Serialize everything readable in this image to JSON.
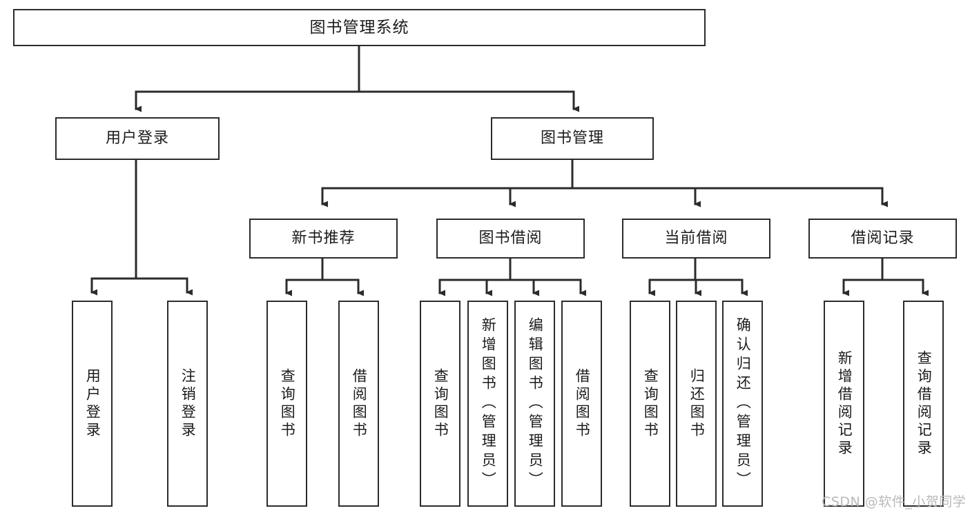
{
  "diagram": {
    "type": "hierarchy-tree",
    "title": "图书管理系统",
    "root": {
      "id": "root",
      "label": "图书管理系统"
    },
    "level2": [
      {
        "id": "user-login",
        "label": "用户登录"
      },
      {
        "id": "book-management",
        "label": "图书管理"
      }
    ],
    "level3": [
      {
        "id": "new-book-recommend",
        "label": "新书推荐",
        "parent": "book-management"
      },
      {
        "id": "book-borrow",
        "label": "图书借阅",
        "parent": "book-management"
      },
      {
        "id": "current-borrow",
        "label": "当前借阅",
        "parent": "book-management"
      },
      {
        "id": "borrow-record",
        "label": "借阅记录",
        "parent": "book-management"
      }
    ],
    "leaves": [
      {
        "id": "leaf-user-login",
        "label": "用户登录",
        "parent": "user-login"
      },
      {
        "id": "leaf-logout-login",
        "label": "注销登录",
        "parent": "user-login"
      },
      {
        "id": "leaf-query-book-1",
        "label": "查询图书",
        "parent": "new-book-recommend"
      },
      {
        "id": "leaf-borrow-book-1",
        "label": "借阅图书",
        "parent": "new-book-recommend"
      },
      {
        "id": "leaf-query-book-2",
        "label": "查询图书",
        "parent": "book-borrow"
      },
      {
        "id": "leaf-add-book",
        "label": "新增图书（管理员）",
        "parent": "book-borrow"
      },
      {
        "id": "leaf-edit-book",
        "label": "编辑图书（管理员）",
        "parent": "book-borrow"
      },
      {
        "id": "leaf-borrow-book-2",
        "label": "借阅图书",
        "parent": "book-borrow"
      },
      {
        "id": "leaf-query-book-3",
        "label": "查询图书",
        "parent": "current-borrow"
      },
      {
        "id": "leaf-return-book",
        "label": "归还图书",
        "parent": "current-borrow"
      },
      {
        "id": "leaf-confirm-return",
        "label": "确认归还（管理员）",
        "parent": "current-borrow"
      },
      {
        "id": "leaf-add-record",
        "label": "新增借阅记录",
        "parent": "borrow-record"
      },
      {
        "id": "leaf-query-record",
        "label": "查询借阅记录",
        "parent": "borrow-record"
      }
    ],
    "colors": {
      "stroke": "#2b2b2b",
      "fill": "#ffffff",
      "text": "#1b1b1b",
      "watermark": "#b9b9b9"
    }
  },
  "watermark": {
    "text": "CSDN @软件_小贺同学"
  }
}
